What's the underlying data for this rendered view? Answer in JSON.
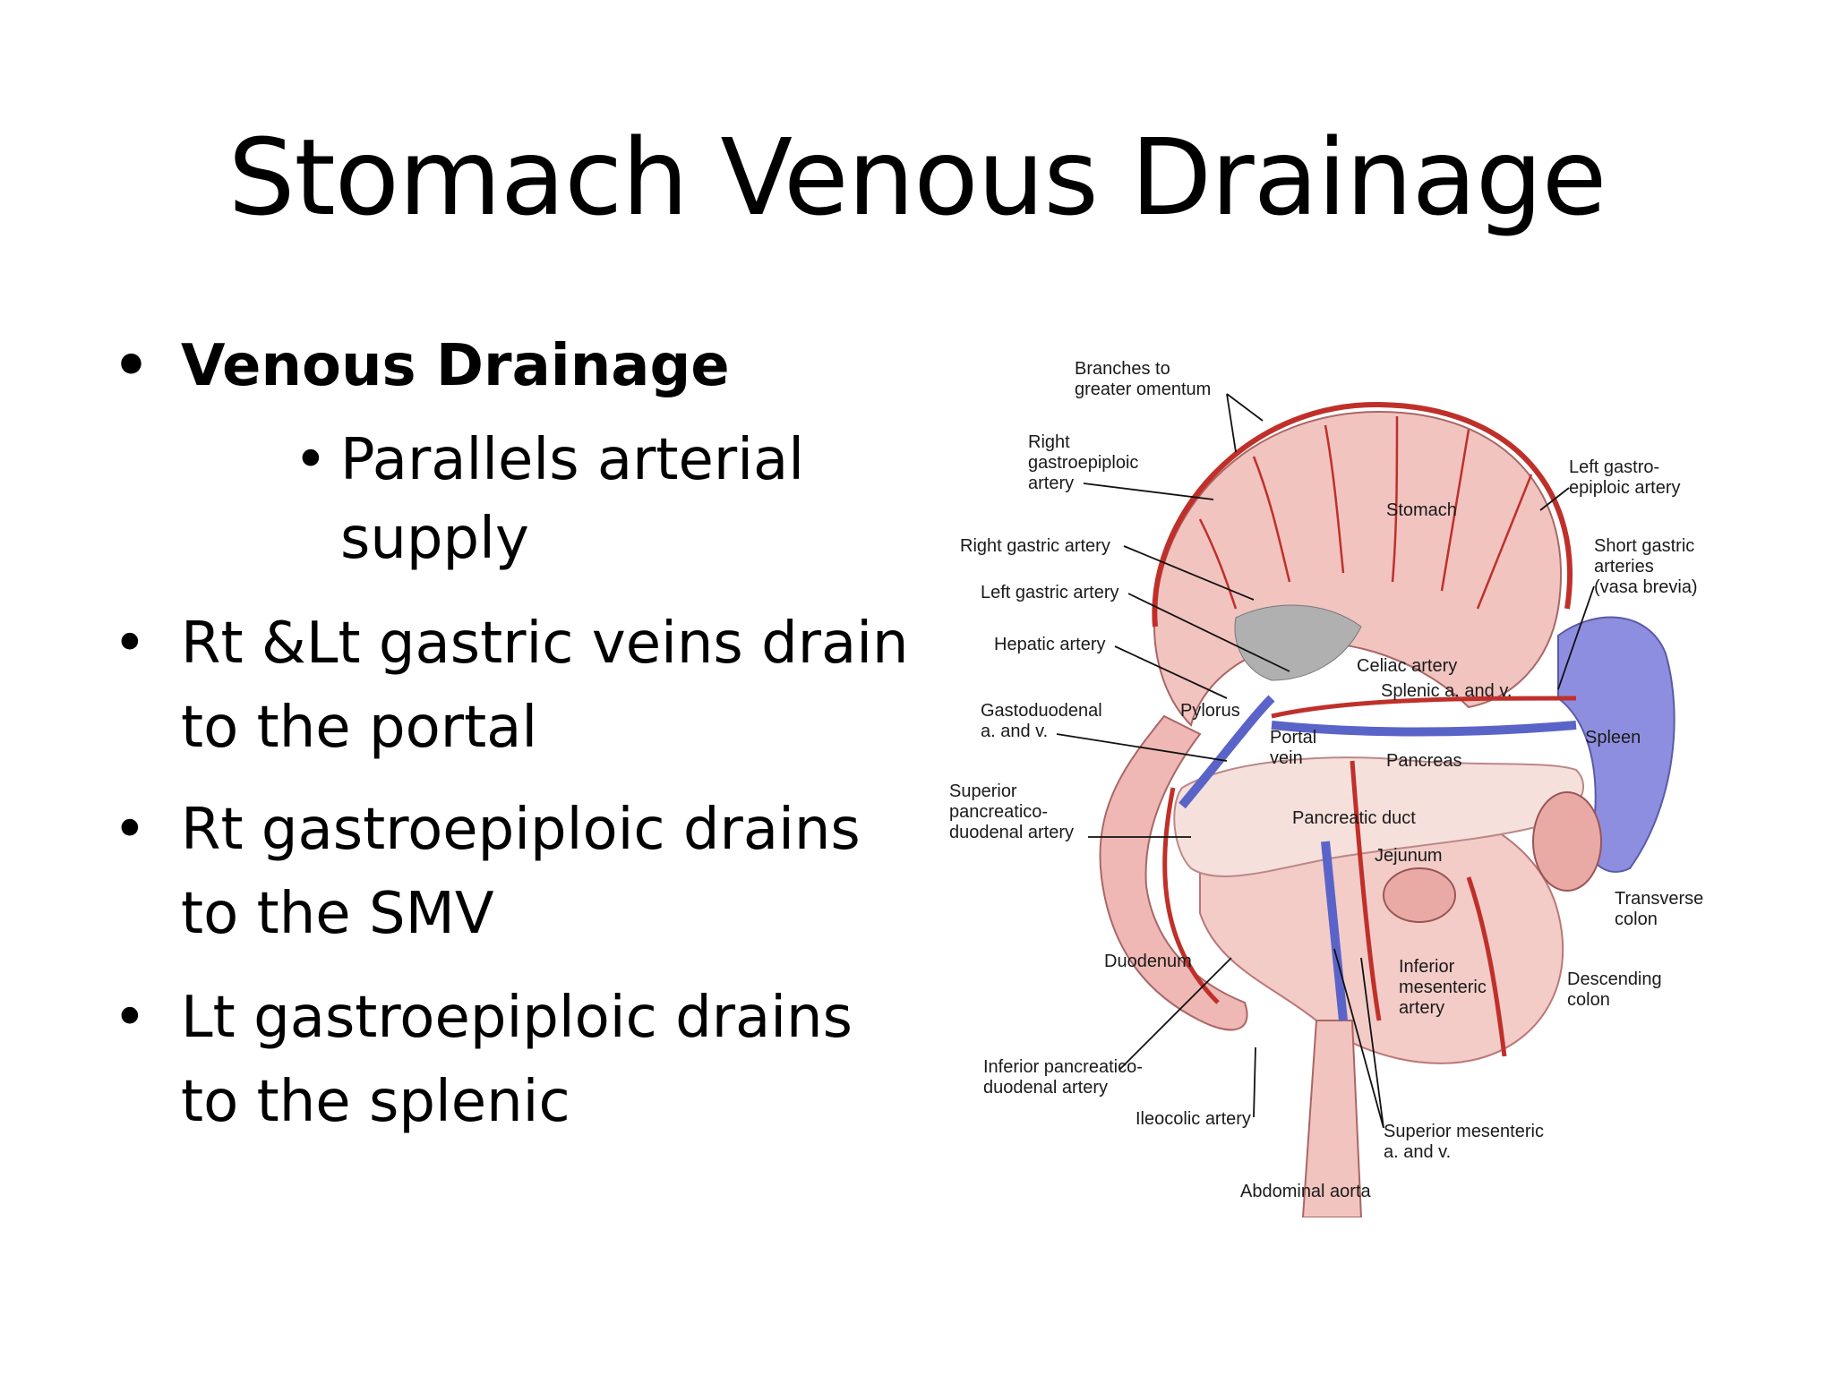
{
  "slide": {
    "title": "Stomach Venous Drainage",
    "bullets": [
      {
        "text": "Venous Drainage",
        "bold": true,
        "level": 1
      },
      {
        "text": "Parallels arterial supply",
        "level": 2
      },
      {
        "text": "Rt &Lt gastric veins drain to the portal",
        "level": 1
      },
      {
        "text": "Rt  gastroepiploic drains to the SMV",
        "level": 1
      },
      {
        "text": "Lt gastroepiploic drains to the splenic",
        "level": 1
      }
    ],
    "bullet_symbol": "•"
  },
  "figure": {
    "labels": {
      "branches_greater_omentum": [
        "Branches to",
        "greater omentum"
      ],
      "right_gastroepiploic": [
        "Right",
        "gastroepiploic",
        "artery"
      ],
      "left_gastroepiploic": [
        "Left gastro-",
        "epiploic artery"
      ],
      "stomach": "Stomach",
      "right_gastric": "Right gastric artery",
      "short_gastric": [
        "Short gastric",
        "arteries",
        "(vasa brevia)"
      ],
      "left_gastric": "Left gastric artery",
      "hepatic": "Hepatic artery",
      "celiac": "Celiac artery",
      "splenic": "Splenic a. and v.",
      "gastroduodenal": [
        "Gastoduodenal",
        "a. and v."
      ],
      "pylorus": "Pylorus",
      "portal_vein": [
        "Portal",
        "vein"
      ],
      "spleen": "Spleen",
      "pancreas": "Pancreas",
      "superior_pancreaticoduodenal": [
        "Superior",
        "pancreatico-",
        "duodenal  artery"
      ],
      "pancreatic_duct": "Pancreatic duct",
      "jejunum": "Jejunum",
      "transverse_colon": [
        "Transverse",
        "colon"
      ],
      "duodenum": "Duodenum",
      "inferior_mesenteric": [
        "Inferior",
        "mesenteric",
        "artery"
      ],
      "descending_colon": [
        "Descending",
        "colon"
      ],
      "inferior_pancreaticoduodenal": [
        "Inferior pancreatico-",
        "duodenal artery"
      ],
      "ileocolic": "Ileocolic artery",
      "superior_mesenteric": [
        "Superior mesenteric",
        "a. and v."
      ],
      "abdominal_aorta": "Abdominal aorta"
    },
    "colors": {
      "tissue": "#f1c4c0",
      "tissue_dark": "#d99a96",
      "artery": "#c0302a",
      "vein": "#5a64c8",
      "spleen": "#8e8ee0"
    }
  }
}
